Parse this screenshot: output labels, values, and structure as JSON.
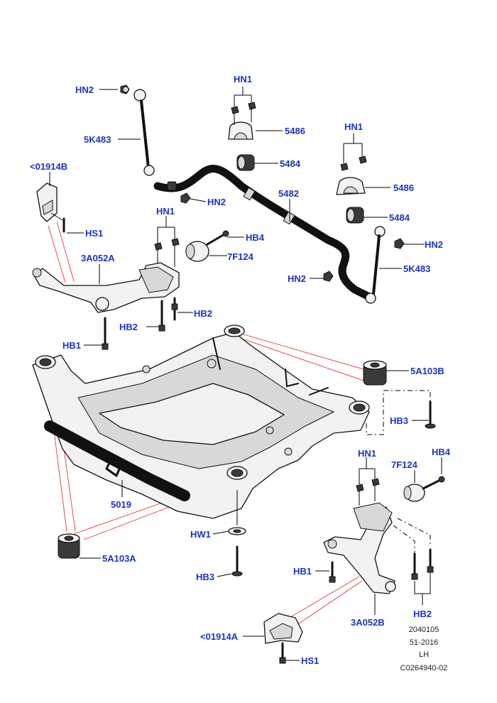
{
  "callouts": {
    "hn2_link_top": "HN2",
    "p5k483_left": "5K483",
    "hn1_top_mid": "HN1",
    "p5486_mid": "5486",
    "p5484_mid": "5484",
    "hn1_top_right": "HN1",
    "p5486_right": "5486",
    "p5484_right": "5484",
    "p01914b": "<01914B",
    "hs1_top": "HS1",
    "hn1_left": "HN1",
    "hn2_bar_mid": "HN2",
    "p5482": "5482",
    "hb4_top": "HB4",
    "p7f124_top": "7F124",
    "p3a052a": "3A052A",
    "hn2_right": "HN2",
    "p5k483_right": "5K483",
    "hn2_lower": "HN2",
    "hb2_right": "HB2",
    "hb2_left": "HB2",
    "hb1_left": "HB1",
    "p5a103b": "5A103B",
    "hb3_right": "HB3",
    "hn1_bottom": "HN1",
    "hb4_bottom": "HB4",
    "p7f124_bottom": "7F124",
    "p5019": "5019",
    "hw1": "HW1",
    "p5a103a": "5A103A",
    "hb3_bottom": "HB3",
    "hb1_bottom": "HB1",
    "p3a052b": "3A052B",
    "hb2_bottom": "HB2",
    "p01914a": "<01914A",
    "hs1_bottom": "HS1"
  },
  "footer": {
    "line1": "2040105",
    "line2": "51-2016",
    "line3": "LH",
    "line4": "C0264940-02"
  },
  "colors": {
    "callout_text": "#1c33c4",
    "leader_red": "#e13a3a",
    "ink": "#111111"
  }
}
